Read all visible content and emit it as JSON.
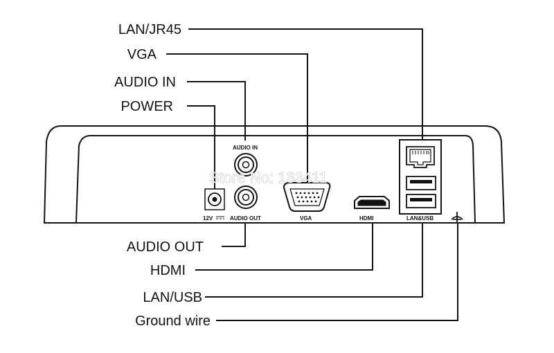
{
  "callouts": {
    "lan_jr45": "LAN/JR45",
    "vga": "VGA",
    "audio_in": "AUDIO IN",
    "power": "POWER",
    "audio_out": "AUDIO OUT",
    "hdmi": "HDMI",
    "lan_usb": "LAN/USB",
    "ground_wire": "Ground wire"
  },
  "panel_labels": {
    "audio_in": "AUDIO IN",
    "audio_out": "AUDIO OUT",
    "power_rating": "12V",
    "vga": "VGA",
    "hdmi": "HDMI",
    "lan_usb": "LAN&USB"
  },
  "watermark": "Store No: 133411",
  "colors": {
    "line": "#111111",
    "background": "#ffffff",
    "watermark_outline": "#9a9a9a"
  },
  "icons": {
    "ground": "ground-symbol-icon",
    "power": "dc-jack-icon",
    "rj45": "ethernet-port-icon",
    "usb": "usb-port-icon",
    "hdmi": "hdmi-port-icon",
    "vga": "vga-port-icon",
    "audio": "rca-jack-icon"
  }
}
